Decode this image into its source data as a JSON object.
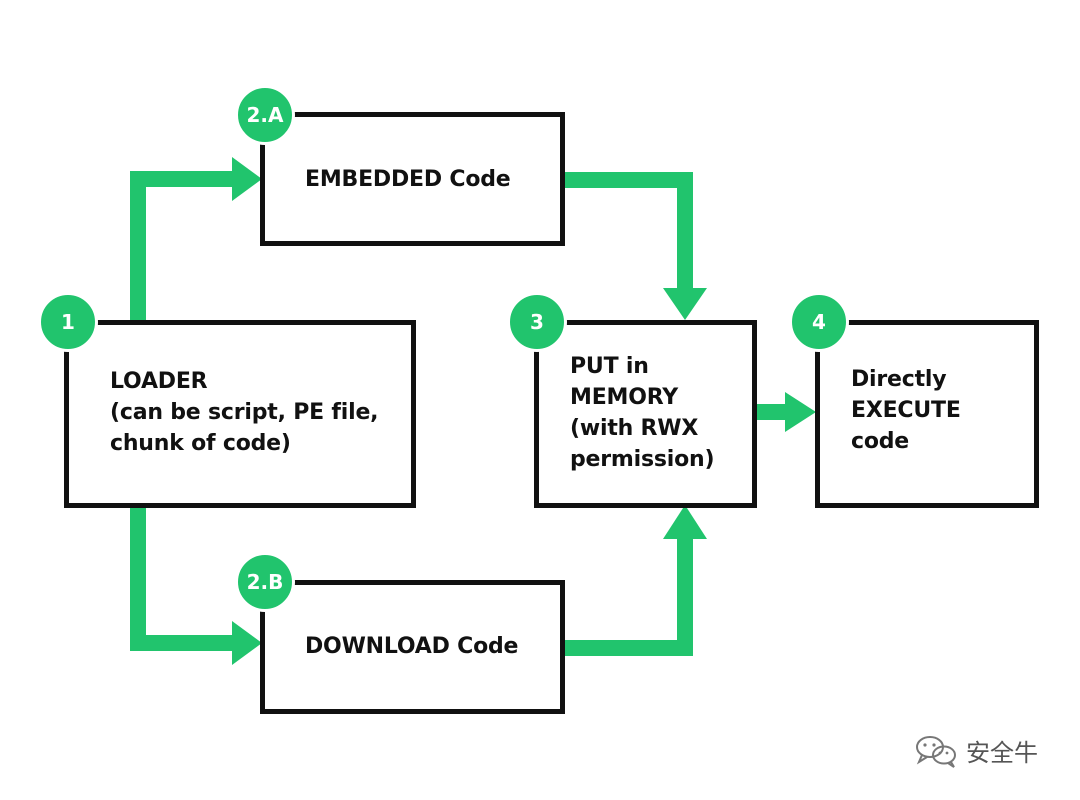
{
  "diagram": {
    "nodes": [
      {
        "id": "loader",
        "badge": "1",
        "label": "LOADER\n(can be script, PE file,\nchunk of code)"
      },
      {
        "id": "embedded",
        "badge": "2.A",
        "label": "EMBEDDED Code"
      },
      {
        "id": "download",
        "badge": "2.B",
        "label": "DOWNLOAD Code"
      },
      {
        "id": "memory",
        "badge": "3",
        "label": "PUT in\nMEMORY\n(with RWX\npermission)"
      },
      {
        "id": "execute",
        "badge": "4",
        "label": "Directly\nEXECUTE\ncode"
      }
    ],
    "edges": [
      {
        "from": "loader",
        "to": "embedded"
      },
      {
        "from": "loader",
        "to": "download"
      },
      {
        "from": "embedded",
        "to": "memory"
      },
      {
        "from": "download",
        "to": "memory"
      },
      {
        "from": "memory",
        "to": "execute"
      }
    ]
  },
  "colors": {
    "accent": "#21c46d",
    "border": "#111111",
    "text": "#111111",
    "background": "#ffffff"
  },
  "watermark": {
    "text": "安全牛",
    "icon": "wechat-icon"
  }
}
